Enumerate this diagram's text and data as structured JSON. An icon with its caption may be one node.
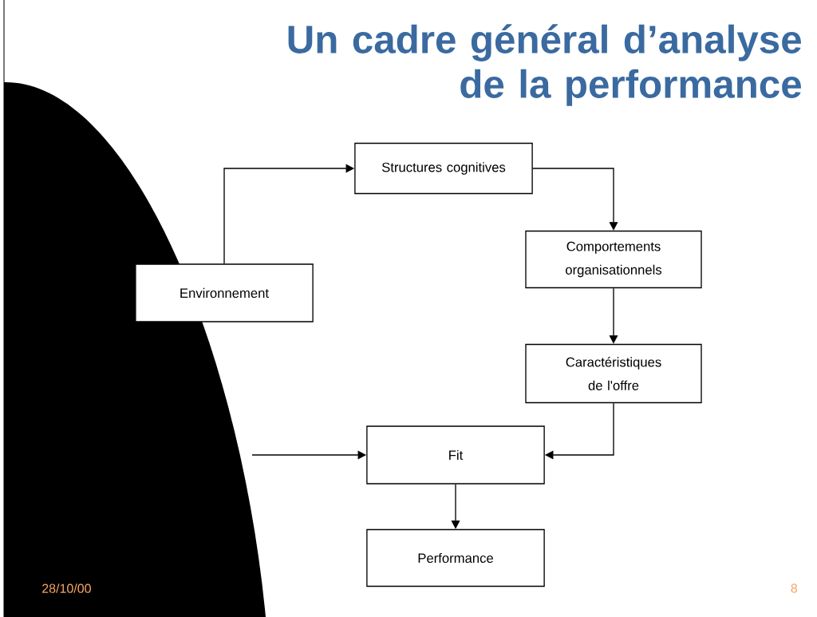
{
  "diagram": {
    "title": "Un cadre général d’analyse de la performance",
    "nodes": [
      {
        "text": [
          "Structures cognitives"
        ]
      },
      {
        "text": [
          "Comportements organisationnels"
        ]
      },
      {
        "text": [
          "Environnement"
        ]
      },
      {
        "text": [
          "Caractéristiques de l'offre"
        ]
      },
      {
        "text": [
          "Fit"
        ]
      },
      {
        "text": [
          "Performance"
        ]
      }
    ],
    "edges": [
      {
        "from": 2,
        "to": 0,
        "arrow": "to"
      },
      {
        "from": 0,
        "to": 1,
        "arrow": "to"
      },
      {
        "from": 1,
        "to": 3,
        "arrow": "to"
      },
      {
        "from": 3,
        "to": 4,
        "arrow": "to"
      },
      {
        "from": null,
        "to": 4,
        "arrow": "to"
      },
      {
        "from": 4,
        "to": 5,
        "arrow": "to"
      }
    ],
    "labels": [
      "28/10/00",
      "8"
    ]
  }
}
